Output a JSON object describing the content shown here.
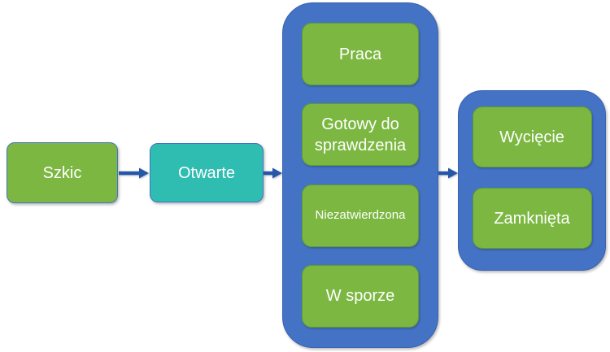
{
  "diagram": {
    "type": "flowchart",
    "background": "#FFFFFF",
    "colors": {
      "node_green": "#7BB741",
      "node_green_border": "#5F9C33",
      "node_teal": "#2FBDB2",
      "node_border_blue": "#4472C4",
      "container_blue": "#4472C4",
      "container_border": "#3A62B0",
      "arrow_blue": "#2457A8",
      "label_text": "#FFFFFF"
    },
    "nodes": {
      "szkic": {
        "label": "Szkic",
        "fill": "#7BB741"
      },
      "otwarte": {
        "label": "Otwarte",
        "fill": "#2FBDB2"
      }
    },
    "group1": {
      "items": [
        {
          "label": "Praca"
        },
        {
          "label": "Gotowy do sprawdzenia"
        },
        {
          "label": "Niezatwierdzona"
        },
        {
          "label": "W sporze"
        }
      ]
    },
    "group2": {
      "items": [
        {
          "label": "Wycięcie"
        },
        {
          "label": "Zamknięta"
        }
      ]
    },
    "arrows": [
      {
        "from": "Szkic",
        "to": "Otwarte"
      },
      {
        "from": "Otwarte",
        "to": "group1"
      },
      {
        "from": "group1",
        "to": "group2"
      }
    ]
  }
}
